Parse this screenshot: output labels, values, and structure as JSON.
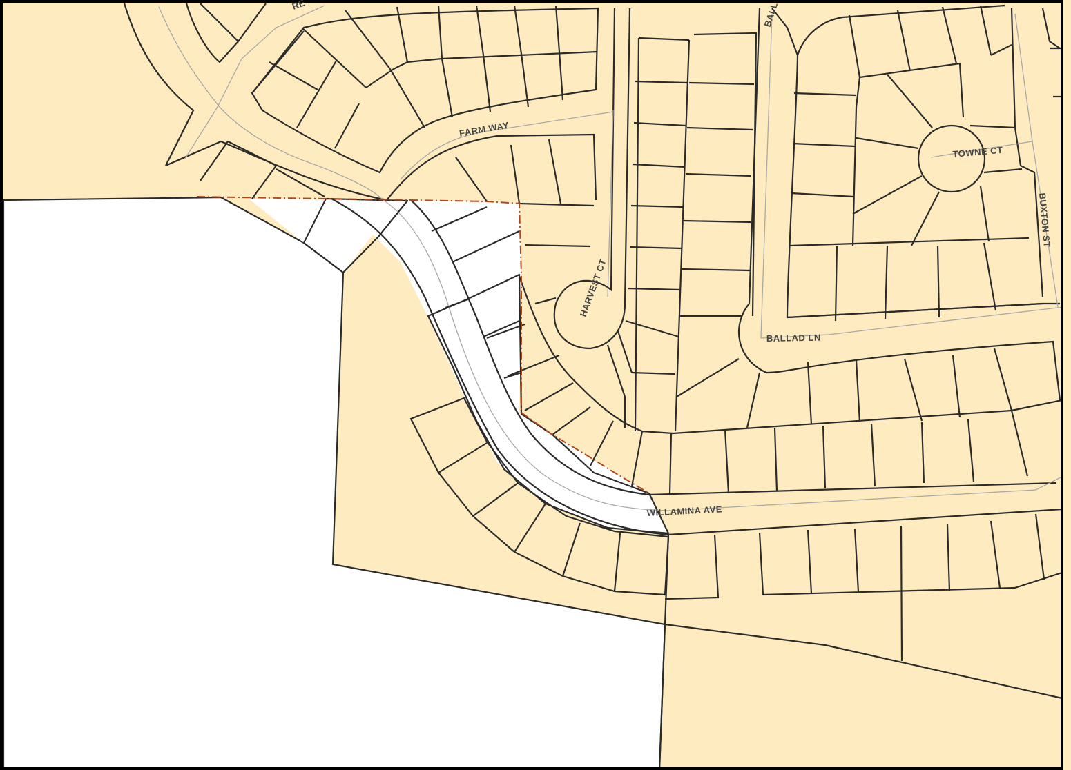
{
  "map": {
    "colors": {
      "parcel_fill": "#ffebc0",
      "undeveloped_fill": "#ffffff",
      "lot_line": "#2b2b2b",
      "boundary_line": "#b5461a",
      "centerline": "#a8a8a8",
      "label": "#444444"
    },
    "streets": {
      "farm_way": "FARM WAY",
      "towne_ct": "TOWNE CT",
      "buxton_st": "BUXTON ST",
      "harvest_ct": "HARVEST CT",
      "ballad_ln": "BALLAD LN",
      "willamina_ave": "WILLAMINA AVE",
      "ballad_top": "BALL",
      "top_fragment": "RE"
    },
    "legend_patterns": {
      "hatched": "diagonal-hatch"
    }
  }
}
